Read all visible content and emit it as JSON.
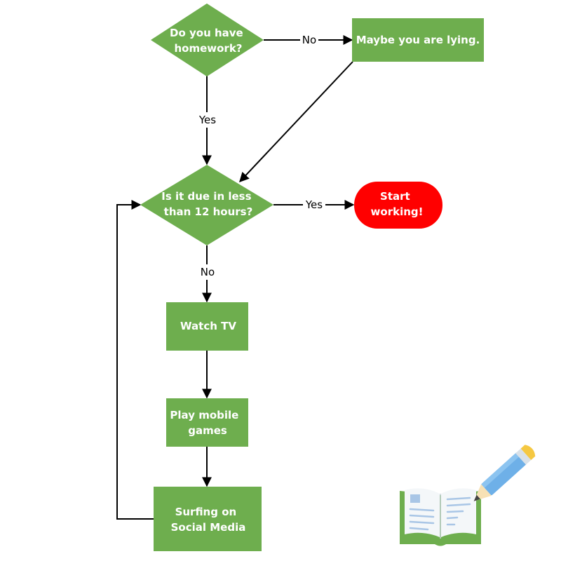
{
  "colors": {
    "node_green": "#6EAE4E",
    "terminal_red": "#FF0000",
    "edge": "#000000",
    "node_text": "#FFFFFF",
    "book_cover": "#6EAE4E",
    "book_pages": "#F4F7F9",
    "book_lines": "#A9C6E6",
    "pencil_body": "#6EB0E8",
    "pencil_eraser": "#F5C842",
    "pencil_tip": "#F7E1B5"
  },
  "nodes": {
    "decision_homework": {
      "lines": [
        "Do you have",
        "homework?"
      ]
    },
    "maybe_lying": {
      "lines": [
        "Maybe you are lying."
      ]
    },
    "decision_due": {
      "lines": [
        "Is it due in less",
        "than 12 hours?"
      ]
    },
    "start_working": {
      "lines": [
        "Start",
        "working!"
      ]
    },
    "watch_tv": {
      "lines": [
        "Watch TV"
      ]
    },
    "play_games": {
      "lines": [
        "Play mobile",
        "games"
      ]
    },
    "social_media": {
      "lines": [
        "Surfing on",
        "Social Media"
      ]
    }
  },
  "edges": {
    "homework_no": "No",
    "homework_yes": "Yes",
    "due_yes": "Yes",
    "due_no": "No"
  },
  "decoration": {
    "icon": "book-pencil-icon"
  }
}
